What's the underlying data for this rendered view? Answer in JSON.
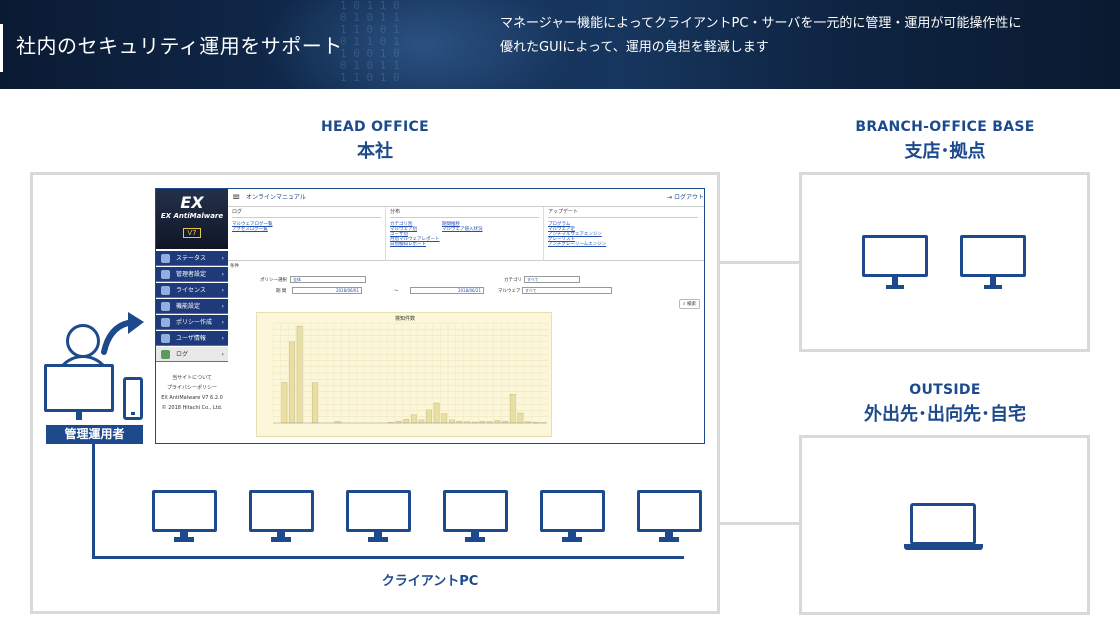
{
  "banner": {
    "title": "社内のセキュリティ運用をサポート",
    "desc_line1": "マネージャー機能によってクライアントPC・サーバを一元的に管理・運用が可能操作性に",
    "desc_line2": "優れたGUIによって、運用の負担を軽減します"
  },
  "sections": {
    "head_office": {
      "en": "HEAD OFFICE",
      "jp": "本社"
    },
    "branch": {
      "en": "BRANCH-OFFICE BASE",
      "jp": "支店･拠点"
    },
    "outside": {
      "en": "OUTSIDE",
      "jp": "外出先･出向先･自宅"
    }
  },
  "admin_label": "管理運用者",
  "client_label": "クライアントPC",
  "screenshot": {
    "logo_ex": "EX",
    "logo_name": "EX AntiMalware",
    "logo_version": "V7",
    "manual": "オンラインマニュアル",
    "logout": "ログアウト",
    "nav": [
      "ステータス",
      "管理者設定",
      "ライセンス",
      "機能設定",
      "ポリシー作成",
      "ユーザ情報",
      "ログ"
    ],
    "side_footer": [
      "当サイトについて",
      "プライバシーポリシー",
      "EX AntiMalware V7 6.2.0",
      "© 2018 Hitachi Co., Ltd."
    ],
    "menu_cols": [
      {
        "head": "ログ",
        "links": [
          "マルウェアログ一覧",
          "アクセスログ一覧"
        ]
      },
      {
        "head": "分布",
        "links": [
          "カテゴリ別",
          "マルウェア別",
          "ユーザ別",
          "月別マルウェアレポート",
          "日別検知レポート",
          "期間推移",
          "マルウェア侵入状況"
        ]
      },
      {
        "head": "アップデート",
        "links": [
          "プログラム",
          "マルウェア定",
          "アンチマルウェアエンジン",
          "グレーリスト",
          "アンチグレーリームエンジン"
        ]
      }
    ],
    "cond_title": "条件",
    "policy_label": "ポリシー選択",
    "policy_value": "全体",
    "category_label": "カテゴリ",
    "category_value": "すべて",
    "period_label": "期 間",
    "period_from": "2018/06/01",
    "period_sep": "〜",
    "period_to": "2018/06/21",
    "malware_label": "マルウェア",
    "malware_value": "すべて",
    "search_button": "検索",
    "chart_title": "検知件数"
  },
  "chart_data": {
    "type": "bar",
    "title": "検知件数",
    "values": [
      0,
      1300,
      2600,
      3100,
      0,
      1290,
      0,
      0,
      50,
      0,
      0,
      0,
      0,
      0,
      0,
      20,
      60,
      120,
      260,
      100,
      420,
      640,
      300,
      100,
      60,
      40,
      30,
      60,
      40,
      80,
      60,
      920,
      320,
      40,
      20,
      10
    ],
    "ylim": [
      0,
      3200
    ]
  },
  "colors": {
    "accent": "#1d4a8c",
    "box_border": "#d9d9d9",
    "bar_fill": "#e9dfa3"
  }
}
